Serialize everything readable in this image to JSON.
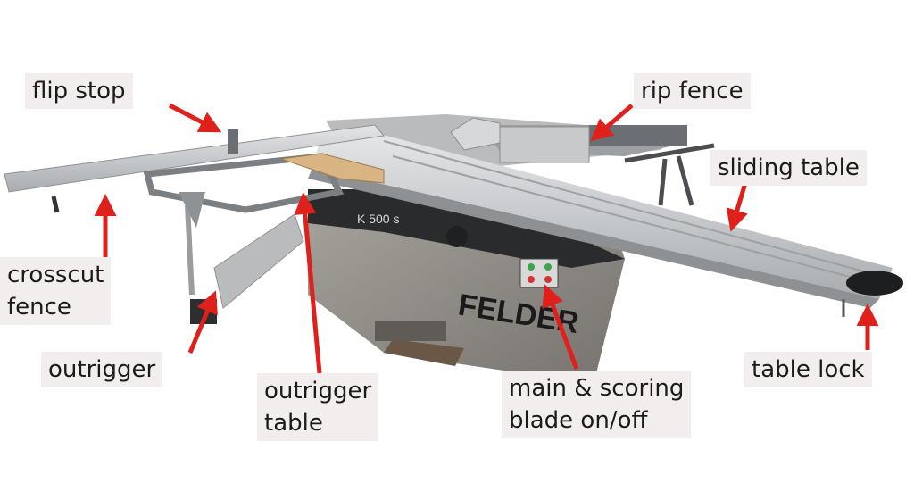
{
  "labels": {
    "flip_stop": "flip stop",
    "rip_fence": "rip fence",
    "sliding_table": "sliding table",
    "crosscut_fence_1": "crosscut",
    "crosscut_fence_2": "fence",
    "outrigger": "outrigger",
    "outrigger_table_1": "outrigger",
    "outrigger_table_2": "table",
    "main_scoring_1": "main & scoring",
    "main_scoring_2": "blade on/off",
    "table_lock": "table lock"
  },
  "machine": {
    "brand": "FELDER",
    "model": "K 500 s"
  },
  "colors": {
    "arrow": "#e0201b",
    "label_bg": "#f3eeee",
    "aluminum": "#c9cbcd",
    "body": "#8f8c88"
  }
}
